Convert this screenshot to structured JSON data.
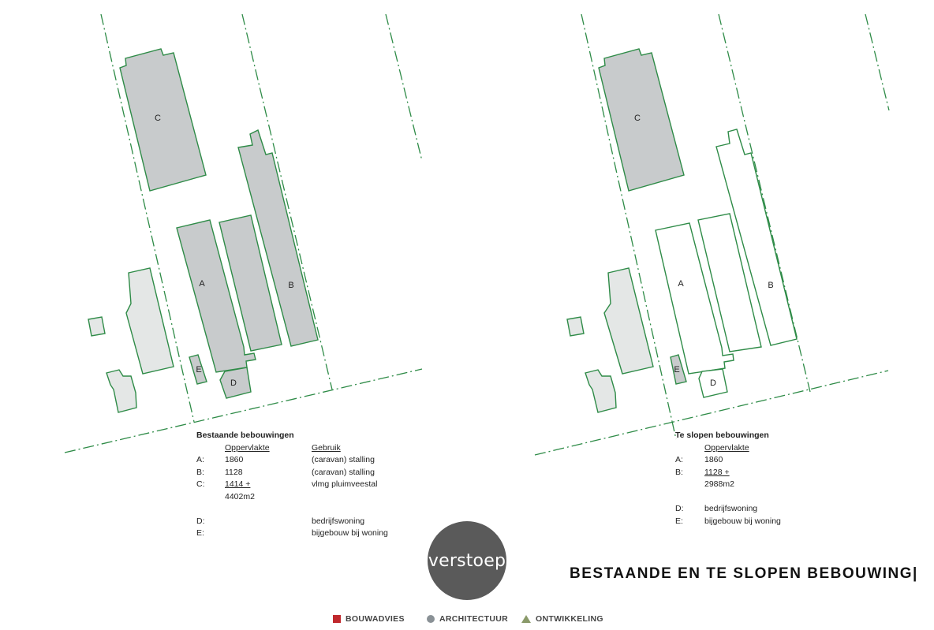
{
  "left_plan": {
    "labels": {
      "a": "A",
      "b": "B",
      "c": "C",
      "d": "D",
      "e": "E"
    },
    "table": {
      "title": "Bestaande bebouwingen",
      "col_area": "Oppervlakte",
      "col_use": "Gebruik",
      "rows": [
        {
          "key": "A:",
          "area": "1860",
          "use": "(caravan) stalling"
        },
        {
          "key": "B:",
          "area": "1128",
          "use": "(caravan) stalling"
        },
        {
          "key": "C:",
          "area": "1414 +",
          "use": "vlmg pluimveestal"
        }
      ],
      "total": "4402m2",
      "extra_rows": [
        {
          "key": "D:",
          "use": "bedrijfswoning"
        },
        {
          "key": "E:",
          "use": "bijgebouw bij woning"
        }
      ]
    }
  },
  "right_plan": {
    "labels": {
      "a": "A",
      "b": "B",
      "c": "C",
      "d": "D",
      "e": "E"
    },
    "table": {
      "title": "Te slopen bebouwingen",
      "col_area": "Oppervlakte",
      "rows": [
        {
          "key": "A:",
          "area": "1860"
        },
        {
          "key": "B:",
          "area": "1128 +"
        }
      ],
      "total": "2988m2",
      "extra_rows": [
        {
          "key": "D:",
          "use": "bedrijfswoning"
        },
        {
          "key": "E:",
          "use": "bijgebouw bij woning"
        }
      ]
    }
  },
  "logo": {
    "text": "verstoep"
  },
  "title": "BESTAANDE EN TE SLOPEN BEBOUWING|",
  "footer": {
    "items": [
      {
        "label": "BOUWADVIES",
        "icon": "square-icon",
        "color": "#c0282d"
      },
      {
        "label": "ARCHITECTUUR",
        "icon": "circle-icon",
        "color": "#8a9196"
      },
      {
        "label": "ONTWIKKELING",
        "icon": "triangle-icon",
        "color": "#8a9a6a"
      }
    ]
  },
  "colors": {
    "outline": "#2e8b47",
    "fill_dark": "#c8cbcc",
    "fill_light": "#e4e7e6",
    "dashline": "#2e8b47"
  }
}
